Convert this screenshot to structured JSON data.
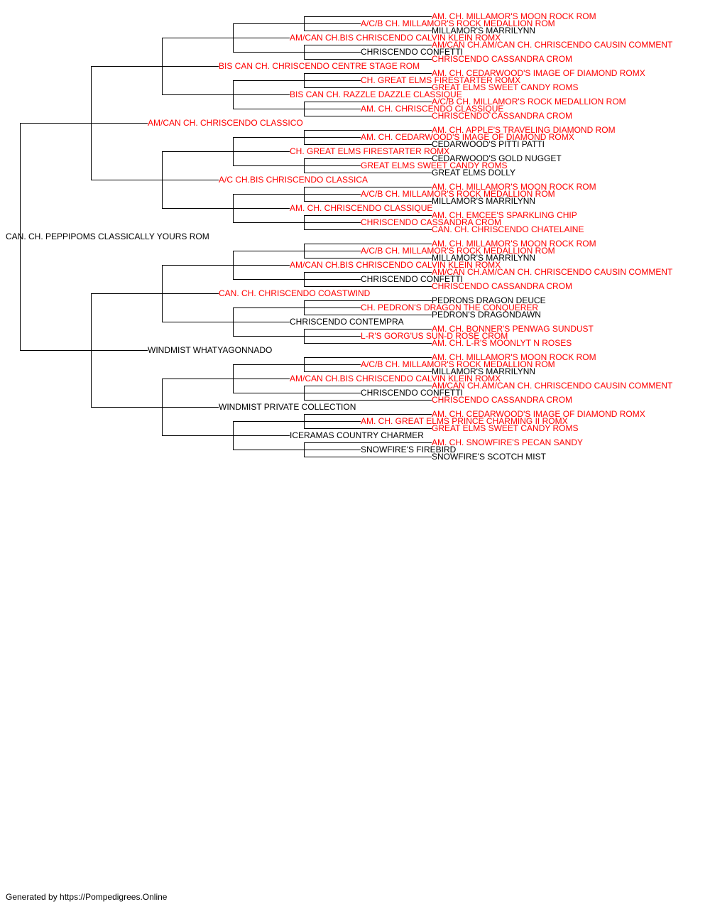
{
  "colors": {
    "champion": "#ff0000",
    "normal": "#000000",
    "line": "#000000"
  },
  "footer": "Generated by https://Pompedigrees.Online",
  "pedigree": {
    "name": "CAN. CH. PEPPIPOMS CLASSICALLY YOURS ROM",
    "champion": false,
    "sire": {
      "name": "AM/CAN CH. CHRISCENDO CLASSICO",
      "champion": true,
      "sire": {
        "name": "BIS CAN CH. CHRISCENDO CENTRE STAGE ROM",
        "champion": true,
        "sire": {
          "name": "AM/CAN CH.BIS CHRISCENDO CALVIN KLEIN ROMX",
          "champion": true,
          "sire": {
            "name": "A/C/B CH. MILLAMOR'S ROCK MEDALLION ROM",
            "champion": true,
            "sire": {
              "name": "AM. CH. MILLAMOR'S MOON ROCK ROM",
              "champion": true
            },
            "dam": {
              "name": "MILLAMOR'S MARRILYNN",
              "champion": false
            }
          },
          "dam": {
            "name": "CHRISCENDO CONFETTI",
            "champion": false,
            "sire": {
              "name": "AM/CAN CH.AM/CAN CH. CHRISCENDO CAUSIN COMMENT",
              "champion": true
            },
            "dam": {
              "name": "CHRISCENDO CASSANDRA CROM",
              "champion": true
            }
          }
        },
        "dam": {
          "name": "BIS CAN CH. RAZZLE DAZZLE CLASSIQUE",
          "champion": true,
          "sire": {
            "name": "CH. GREAT ELMS FIRESTARTER ROMX",
            "champion": true,
            "sire": {
              "name": "AM. CH. CEDARWOOD'S IMAGE OF DIAMOND ROMX",
              "champion": true
            },
            "dam": {
              "name": "GREAT ELMS SWEET CANDY ROMS",
              "champion": true
            }
          },
          "dam": {
            "name": "AM. CH. CHRISCENDO CLASSIQUE",
            "champion": true,
            "sire": {
              "name": "A/C/B CH. MILLAMOR'S ROCK MEDALLION ROM",
              "champion": true
            },
            "dam": {
              "name": "CHRISCENDO CASSANDRA CROM",
              "champion": true
            }
          }
        }
      },
      "dam": {
        "name": "A/C CH.BIS CHRISCENDO CLASSICA",
        "champion": true,
        "sire": {
          "name": "CH. GREAT ELMS FIRESTARTER ROMX",
          "champion": true,
          "sire": {
            "name": "AM. CH. CEDARWOOD'S IMAGE OF DIAMOND ROMX",
            "champion": true,
            "sire": {
              "name": "AM. CH. APPLE'S TRAVELING DIAMOND ROM",
              "champion": true
            },
            "dam": {
              "name": "CEDARWOOD'S PITTI PATTI",
              "champion": false
            }
          },
          "dam": {
            "name": "GREAT ELMS SWEET CANDY ROMS",
            "champion": true,
            "sire": {
              "name": "CEDARWOOD'S GOLD NUGGET",
              "champion": false
            },
            "dam": {
              "name": "GREAT ELMS DOLLY",
              "champion": false
            }
          }
        },
        "dam": {
          "name": "AM. CH. CHRISCENDO CLASSIQUE",
          "champion": true,
          "sire": {
            "name": "A/C/B CH. MILLAMOR'S ROCK MEDALLION ROM",
            "champion": true,
            "sire": {
              "name": "AM. CH. MILLAMOR'S MOON ROCK ROM",
              "champion": true
            },
            "dam": {
              "name": "MILLAMOR'S MARRILYNN",
              "champion": false
            }
          },
          "dam": {
            "name": "CHRISCENDO CASSANDRA CROM",
            "champion": true,
            "sire": {
              "name": "AM. CH. EMCEE'S SPARKLING CHIP",
              "champion": true
            },
            "dam": {
              "name": "CAN. CH. CHRISCENDO CHATELAINE",
              "champion": true
            }
          }
        }
      }
    },
    "dam": {
      "name": "WINDMIST WHATYAGONNADO",
      "champion": false,
      "sire": {
        "name": "CAN. CH. CHRISCENDO COASTWIND",
        "champion": true,
        "sire": {
          "name": "AM/CAN CH.BIS CHRISCENDO CALVIN KLEIN ROMX",
          "champion": true,
          "sire": {
            "name": "A/C/B CH. MILLAMOR'S ROCK MEDALLION ROM",
            "champion": true,
            "sire": {
              "name": "AM. CH. MILLAMOR'S MOON ROCK ROM",
              "champion": true
            },
            "dam": {
              "name": "MILLAMOR'S MARRILYNN",
              "champion": false
            }
          },
          "dam": {
            "name": "CHRISCENDO CONFETTI",
            "champion": false,
            "sire": {
              "name": "AM/CAN CH.AM/CAN CH. CHRISCENDO CAUSIN COMMENT",
              "champion": true
            },
            "dam": {
              "name": "CHRISCENDO CASSANDRA CROM",
              "champion": true
            }
          }
        },
        "dam": {
          "name": "CHRISCENDO CONTEMPRA",
          "champion": false,
          "sire": {
            "name": "CH. PEDRON'S DRAGON THE CONQUERER",
            "champion": true,
            "sire": {
              "name": "PEDRONS DRAGON DEUCE",
              "champion": false
            },
            "dam": {
              "name": "PEDRON'S DRAGONDAWN",
              "champion": false
            }
          },
          "dam": {
            "name": "L-R'S GORG'US SUN-D ROSE CROM",
            "champion": true,
            "sire": {
              "name": "AM. CH. BONNER'S PENWAG SUNDUST",
              "champion": true
            },
            "dam": {
              "name": "AM. CH. L-R'S MOONLYT N ROSES",
              "champion": true
            }
          }
        }
      },
      "dam": {
        "name": "WINDMIST PRIVATE COLLECTION",
        "champion": false,
        "sire": {
          "name": "AM/CAN CH.BIS CHRISCENDO CALVIN KLEIN ROMX",
          "champion": true,
          "sire": {
            "name": "A/C/B CH. MILLAMOR'S ROCK MEDALLION ROM",
            "champion": true,
            "sire": {
              "name": "AM. CH. MILLAMOR'S MOON ROCK ROM",
              "champion": true
            },
            "dam": {
              "name": "MILLAMOR'S MARRILYNN",
              "champion": false
            }
          },
          "dam": {
            "name": "CHRISCENDO CONFETTI",
            "champion": false,
            "sire": {
              "name": "AM/CAN CH.AM/CAN CH. CHRISCENDO CAUSIN COMMENT",
              "champion": true
            },
            "dam": {
              "name": "CHRISCENDO CASSANDRA CROM",
              "champion": true
            }
          }
        },
        "dam": {
          "name": "ICERAMAS COUNTRY CHARMER",
          "champion": false,
          "sire": {
            "name": "AM. CH. GREAT ELMS PRINCE CHARMING II ROMX",
            "champion": true,
            "sire": {
              "name": "AM. CH. CEDARWOOD'S IMAGE OF DIAMOND ROMX",
              "champion": true
            },
            "dam": {
              "name": "GREAT ELMS SWEET CANDY ROMS",
              "champion": true
            }
          },
          "dam": {
            "name": "SNOWFIRE'S FIREBIRD",
            "champion": false,
            "sire": {
              "name": "AM. CH. SNOWFIRE'S PECAN SANDY",
              "champion": true
            },
            "dam": {
              "name": "SNOWFIRE'S SCOTCH MIST",
              "champion": false
            }
          }
        }
      }
    }
  }
}
